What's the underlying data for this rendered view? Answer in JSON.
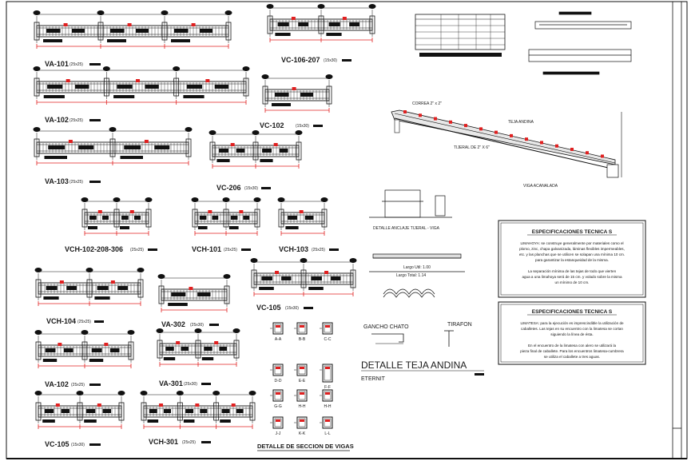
{
  "colors": {
    "line": "#111111",
    "accent": "#e02020",
    "paper": "#ffffff"
  },
  "beams": [
    {
      "id": "va101",
      "label": "VA-101",
      "dims": "(25x25)"
    },
    {
      "id": "va102a",
      "label": "VA-102",
      "dims": "(25x25)"
    },
    {
      "id": "va103",
      "label": "VA-103",
      "dims": "(25x25)"
    },
    {
      "id": "vc106",
      "label": "VC-106-207",
      "dims": "(15x30)"
    },
    {
      "id": "vc102",
      "label": "VC-102",
      "dims": "(15x30)"
    },
    {
      "id": "vc206",
      "label": "VC-206",
      "dims": "(15x30)"
    },
    {
      "id": "vch102",
      "label": "VCH-102-208-306",
      "dims": "(25x25)"
    },
    {
      "id": "vch101",
      "label": "VCH-101",
      "dims": "(25x25)"
    },
    {
      "id": "vch103",
      "label": "VCH-103",
      "dims": "(25x25)"
    },
    {
      "id": "vch104",
      "label": "VCH-104",
      "dims": "(25x25)"
    },
    {
      "id": "va302",
      "label": "VA-302",
      "dims": "(25x30)"
    },
    {
      "id": "vc105a",
      "label": "VC-105",
      "dims": "(15x30)"
    },
    {
      "id": "va102b",
      "label": "VA-102",
      "dims": "(25x25)"
    },
    {
      "id": "va301",
      "label": "VA-301",
      "dims": "(25x30)"
    },
    {
      "id": "vc105b",
      "label": "VC-105",
      "dims": "(15x30)"
    },
    {
      "id": "vch301",
      "label": "VCH-301",
      "dims": "(25x25)"
    }
  ],
  "sections": [
    "A-A",
    "B-B",
    "C-C",
    "D-D",
    "E-E",
    "F-F",
    "G-G",
    "H-H",
    "H-H",
    "J-J",
    "K-K",
    "L-L"
  ],
  "sections_title": "DETALLE DE SECCION DE VIGAS",
  "roof": {
    "correa": "CORREA 2\" x 2\"",
    "teja": "TEJA ANDINA",
    "tijeral": "TIJERAL DE 2\" X 6\"",
    "viga": "VIGA ACANALADA",
    "anclaje": "DETALLE ANCLAJE TIJERAL - VIGA",
    "largo_util": "Largo Util: 1.00",
    "largo_total": "Largo Total: 1.14"
  },
  "gancho": "GANCHO CHATO",
  "tirafon": "TIRAFON",
  "detalle_title": "DETALLE TEJA ANDINA",
  "eternit": "ETERNIT",
  "spec1": {
    "title": "ESPECIFICACIONES TECNICA S",
    "lines": [
      "LIMAHOYA: se construye generalmente por materiales como el",
      "plomo, zinc, chapa galvanizada, láminas flexibles impermeables,",
      "etc. y las planchas que se utilicen se solapan una mínima 10 cm.",
      "para garantizar la estanqueidad de la misma.",
      "",
      "La separación mínima de las tejas de todo que vierten",
      "agua a una limahoya será de 15 cm. y volado sobre la misma",
      "un mínimo de 10 cm."
    ]
  },
  "spec2": {
    "title": "ESPECIFICACIONES TECNICA S",
    "lines": [
      "LIMATESA: para la ejecución es imprescindible la utilización de",
      "caballetes. Las tejas en su encuentro con la limatesa se cortan",
      "siguiendo la línea de ésta.",
      "",
      "En el encuentro de la limatesa con alero se utilizará la",
      "pieza final de caballete. Para los encuentros limatesa-cumbrera",
      "se utiliza el caballete a tres aguas."
    ]
  }
}
